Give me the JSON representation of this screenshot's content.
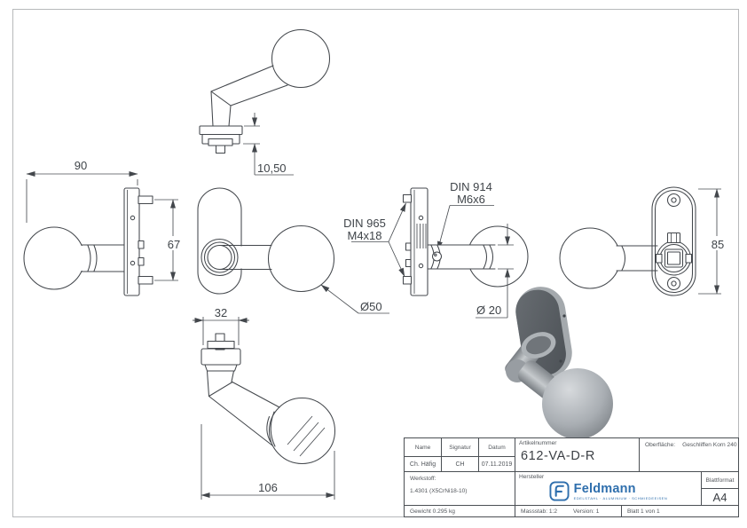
{
  "drawing": {
    "dims": {
      "plate_height": "10,50",
      "depth": "90",
      "pin_spacing": "67",
      "ball_dia": "Ø50",
      "neck_dia": "Ø 20",
      "rosette_height": "85",
      "plate_width": "32",
      "overall_length": "106"
    },
    "annotations": {
      "din965_line1": "DIN 965",
      "din965_line2": "M4x18",
      "din914_line1": "DIN 914",
      "din914_line2": "M6x6"
    }
  },
  "title_block": {
    "name_label": "Name",
    "signature_label": "Signatur",
    "date_label": "Datum",
    "name_value": "Ch. Häfig",
    "signature_value": "CH",
    "date_value": "07.11.2019",
    "article_label": "Artikelnummer",
    "article_value": "612-VA-D-R",
    "surface_label": "Oberfläche:",
    "surface_value": "Geschliffen Korn 240",
    "material_label": "Werkstoff:",
    "material_value": "1.4301 (X5CrNi18-10)",
    "manufacturer_label": "Hersteller",
    "brand_name": "Feldmann",
    "brand_tagline": "EDELSTAHL · ALUMINIUM · SCHMIEDEEISEN",
    "format_label": "Blattformat",
    "format_value": "A4",
    "weight_text": "Gewicht 0.295 kg",
    "scale_text": "Massstab: 1:2",
    "version_text": "Version: 1",
    "sheet_text": "Blatt 1 von 1"
  },
  "colors": {
    "line": "#43474c",
    "logo_blue": "#2f6fad"
  }
}
